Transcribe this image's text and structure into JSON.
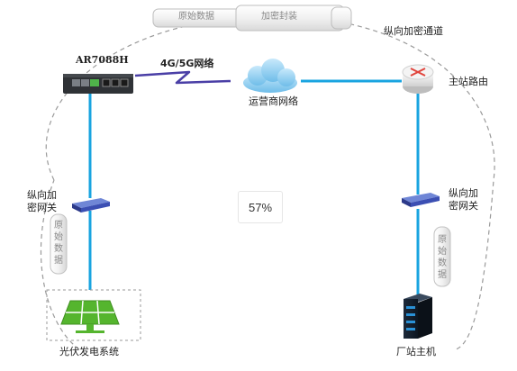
{
  "labels": {
    "router_model": "AR7088H",
    "wireless_link": "4G/5G网络",
    "carrier_network": "运营商网络",
    "main_router": "主站路由",
    "vertical_channel": "纵向加密通道",
    "tube_original": "原始数据",
    "tube_encrypted": "加密封装",
    "left_gateway_line1": "纵向加",
    "left_gateway_line2": "密网关",
    "right_gateway_line1": "纵向加",
    "right_gateway_line2": "密网关",
    "left_data_tube": "原始数据",
    "right_data_tube": "原始数据",
    "pv_system": "光伏发电系统",
    "plant_host": "厂站主机",
    "zoom_percent": "57%"
  },
  "colors": {
    "link_blue": "#19a4e0",
    "wireless_purple": "#4a3fa6",
    "dashed_gray": "#9a9a9a",
    "cloud_blue": "#9fd3f2",
    "router_red": "#e0443c",
    "panel_green": "#55b52e",
    "gateway_blue": "#3b4fb3"
  },
  "icons": [
    "cellular-router-icon",
    "cloud-icon",
    "router-icon",
    "gateway-icon",
    "solar-panel-icon",
    "server-icon"
  ]
}
